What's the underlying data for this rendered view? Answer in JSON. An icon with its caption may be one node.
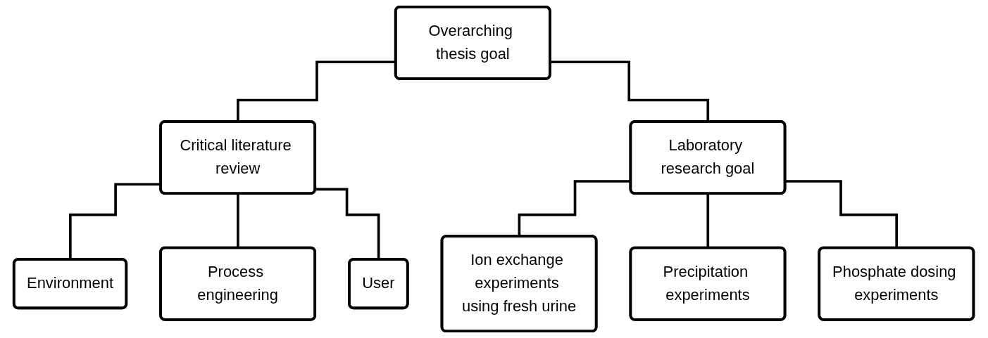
{
  "diagram": {
    "nodes": [
      {
        "text": [
          "Overarching thesis goal"
        ]
      },
      {
        "text": [
          "Critical literature review"
        ]
      },
      {
        "text": [
          "Laboratory research goal"
        ]
      },
      {
        "text": [
          "Environment"
        ]
      },
      {
        "text": [
          "Process engineering"
        ]
      },
      {
        "text": [
          "User"
        ]
      },
      {
        "text": [
          "Ion exchange experiments using fresh urine"
        ]
      },
      {
        "text": [
          "Precipitation experiments"
        ]
      },
      {
        "text": [
          "Phosphate dosing experiments"
        ]
      }
    ],
    "edges": [
      {
        "from": 0,
        "to": 1,
        "arrow": "none"
      },
      {
        "from": 0,
        "to": 2,
        "arrow": "none"
      },
      {
        "from": 1,
        "to": 3,
        "arrow": "none"
      },
      {
        "from": 1,
        "to": 4,
        "arrow": "none"
      },
      {
        "from": 1,
        "to": 5,
        "arrow": "none"
      },
      {
        "from": 2,
        "to": 6,
        "arrow": "none"
      },
      {
        "from": 2,
        "to": 7,
        "arrow": "none"
      },
      {
        "from": 2,
        "to": 8,
        "arrow": "none"
      }
    ]
  }
}
